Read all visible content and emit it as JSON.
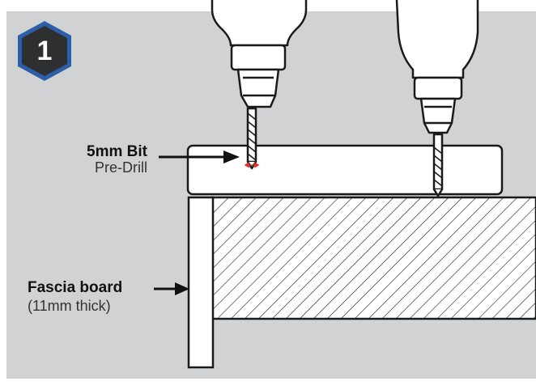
{
  "step": {
    "number": "1"
  },
  "labels": {
    "bit_title": "5mm Bit",
    "bit_subtitle": "Pre-Drill",
    "fascia_title": "Fascia board",
    "fascia_subtitle": "(11mm thick)"
  },
  "colors": {
    "background": "#d1d2d4",
    "badge_fill": "#2e2f31",
    "badge_border": "#2d5fa8",
    "outline": "#1a1a1a",
    "white": "#ffffff",
    "bit_width_marker": "#e03030"
  },
  "icons": {
    "drill_left": "drill-icon",
    "drill_right": "drill-icon",
    "arrow": "arrow-right-icon",
    "width_marker": "double-arrow-icon"
  }
}
